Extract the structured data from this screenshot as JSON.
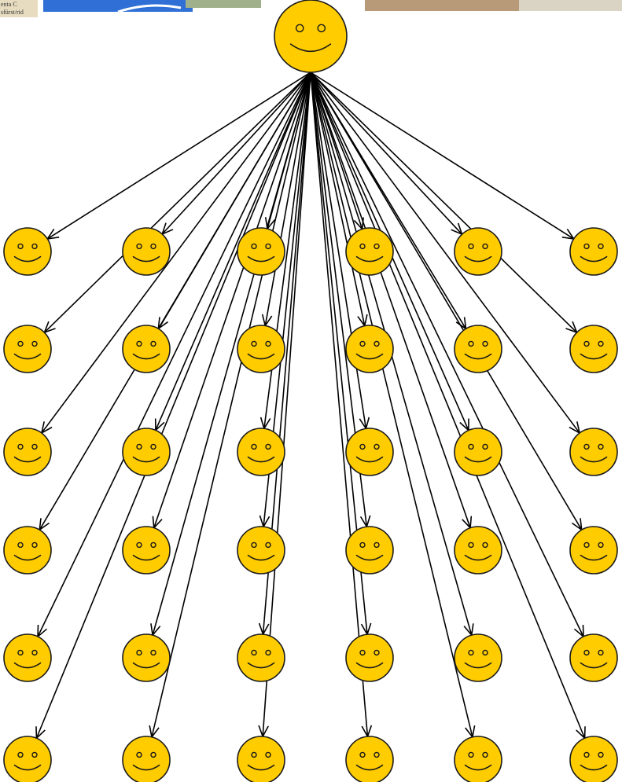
{
  "diagram": {
    "type": "fan-out tree",
    "root": {
      "icon": "smiley-face-icon"
    },
    "children": {
      "rows": 6,
      "columns": 6,
      "icon": "smiley-face-icon"
    },
    "edges": "one arrow from the root face to each child face",
    "colors": {
      "face": "#FFCC00",
      "stroke": "#1a1a1a",
      "arrow": "#000000"
    }
  },
  "header_thumbnails": [
    {
      "icon": "old-manuscript-thumbnail",
      "text": "enta C\nsfürst/rid"
    },
    {
      "icon": "blue-logo-thumbnail"
    },
    {
      "icon": "green-photo-thumbnail"
    },
    {
      "icon": "photo-thumbnail"
    },
    {
      "icon": "map-thumbnail"
    }
  ]
}
